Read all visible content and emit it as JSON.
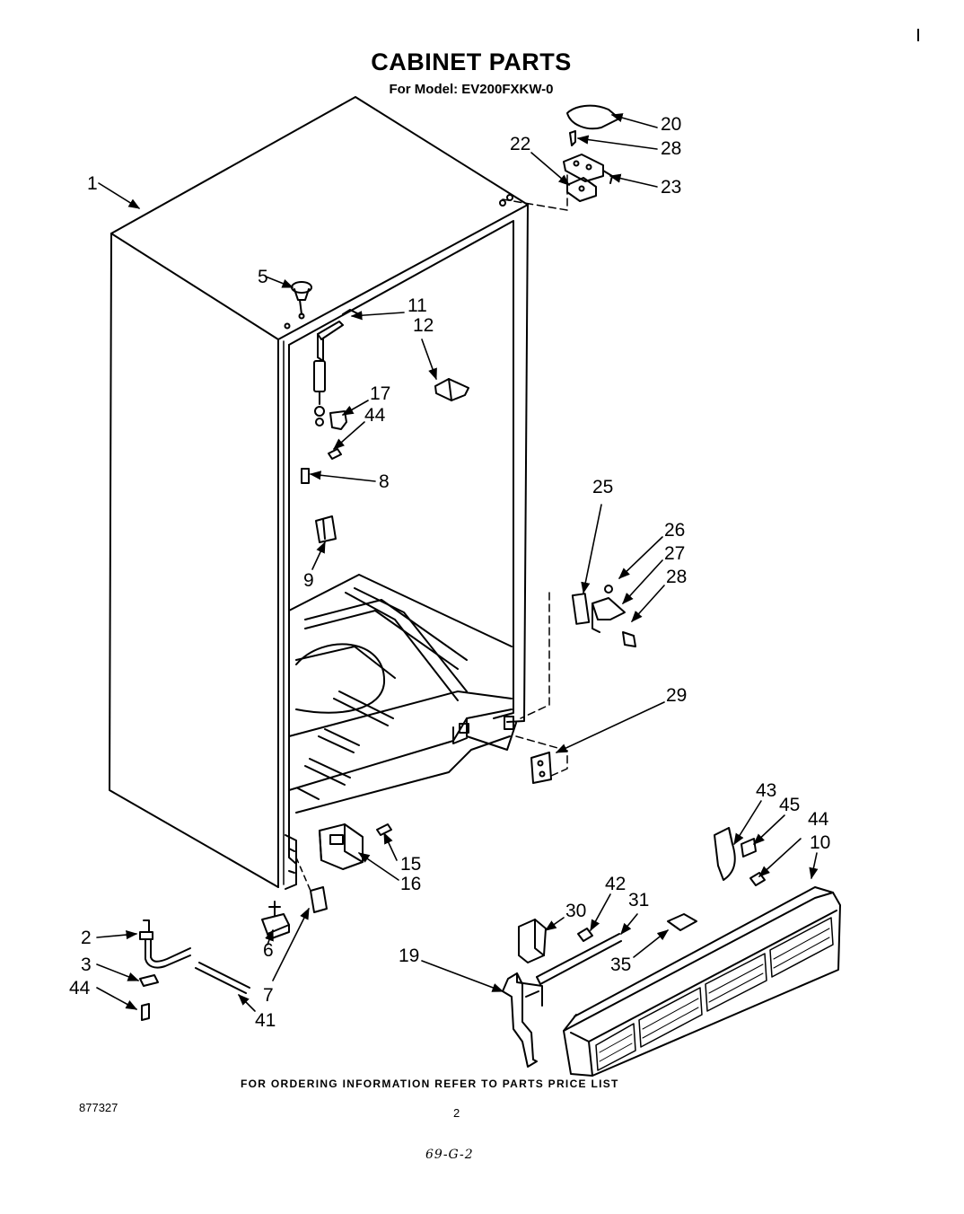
{
  "header": {
    "title": "CABINET PARTS",
    "subtitle": "For Model: EV200FXKW-0"
  },
  "callouts": [
    "1",
    "2",
    "3",
    "44",
    "5",
    "11",
    "12",
    "17",
    "44",
    "8",
    "9",
    "20",
    "28",
    "22",
    "23",
    "25",
    "26",
    "27",
    "28",
    "29",
    "15",
    "16",
    "6",
    "7",
    "41",
    "43",
    "45",
    "44",
    "10",
    "30",
    "42",
    "31",
    "35",
    "19"
  ],
  "footer": {
    "ordering_note": "FOR ORDERING INFORMATION REFER TO PARTS PRICE LIST",
    "doc_number": "877327",
    "page_number": "2",
    "handwritten_code": "69-G-2"
  },
  "colors": {
    "ink": "#000000",
    "paper": "#ffffff"
  }
}
